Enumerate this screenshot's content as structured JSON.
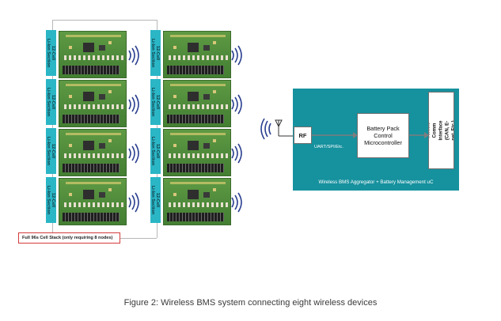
{
  "section_tag": {
    "label_1": "12-Cell",
    "label_2": "Li-Ion Section"
  },
  "left_column_count": 4,
  "right_column_count": 4,
  "cell_stack": "Full 96s Cell Stack (only requiring 8 nodes)",
  "aggregator": {
    "rf": "RF",
    "bus": "UART/SPI/Etc.",
    "microcontroller": "Battery Pack Control Microcontroller",
    "vehicle_interface": "Vehicle Comm Interface (CAN, E-net, Etc.)",
    "caption": "Wireless BMS Aggregator + Battery Management uC",
    "fill_color": "#16919e"
  },
  "figure_caption": "Figure 2: Wireless BMS system connecting eight wireless devices",
  "colors": {
    "section_tag": "#2bb6c6",
    "board": "#4e8a3a",
    "stack_box_border": "#d23a3a"
  },
  "icons": [
    "wireless-waves-icon",
    "antenna-icon",
    "arrow-icon"
  ]
}
